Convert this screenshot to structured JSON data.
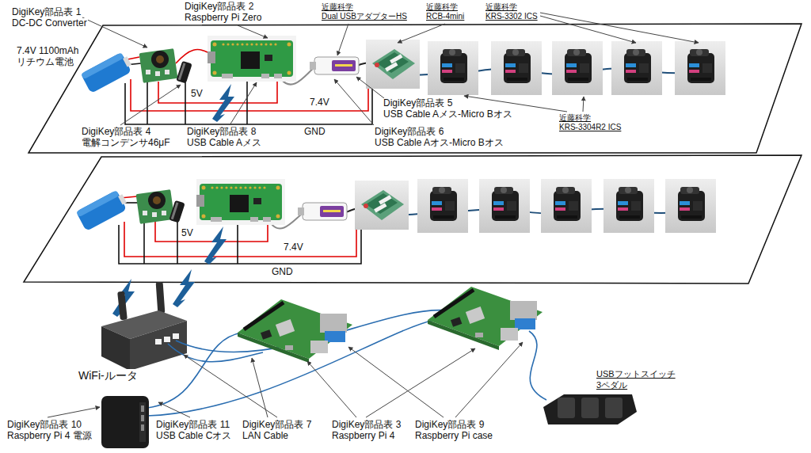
{
  "diagram": {
    "labels": [
      "DigiKey部品表 1",
      "DC-DC Converter",
      "7.4V 1100mAh",
      "リチウム電池",
      "DigiKey部品表 2",
      "Raspberry Pi Zero",
      "近藤科学",
      "Dual USBアダプターHS",
      "近藤科学",
      "RCB-4mini",
      "近藤科学",
      "KRS-3302 ICS",
      "5V",
      "7.4V",
      "GND",
      "DigiKey部品表 5",
      "USB Cable Aメス-Micro Bオス",
      "DigiKey部品表 4",
      "電解コンデンサ46μF",
      "DigiKey部品表 8",
      "USB Cable Aメス",
      "DigiKey部品表 6",
      "USB Cable Aオス-Micro Bオス",
      "近藤科学",
      "KRS-3304R2 ICS",
      "5V",
      "7.4V",
      "GND",
      "WiFi-ルータ",
      "USBフットスイッチ",
      "3ペダル",
      "DigiKey部品表 10",
      "Raspberry Pi 4 電源",
      "DigiKey部品表 11",
      "USB Cable Cオス",
      "DigiKey部品表 7",
      "LAN Cable",
      "DigiKey部品表 3",
      "Raspberry Pi 4",
      "DigiKey部品表 9",
      "Raspberry Pi case"
    ]
  }
}
